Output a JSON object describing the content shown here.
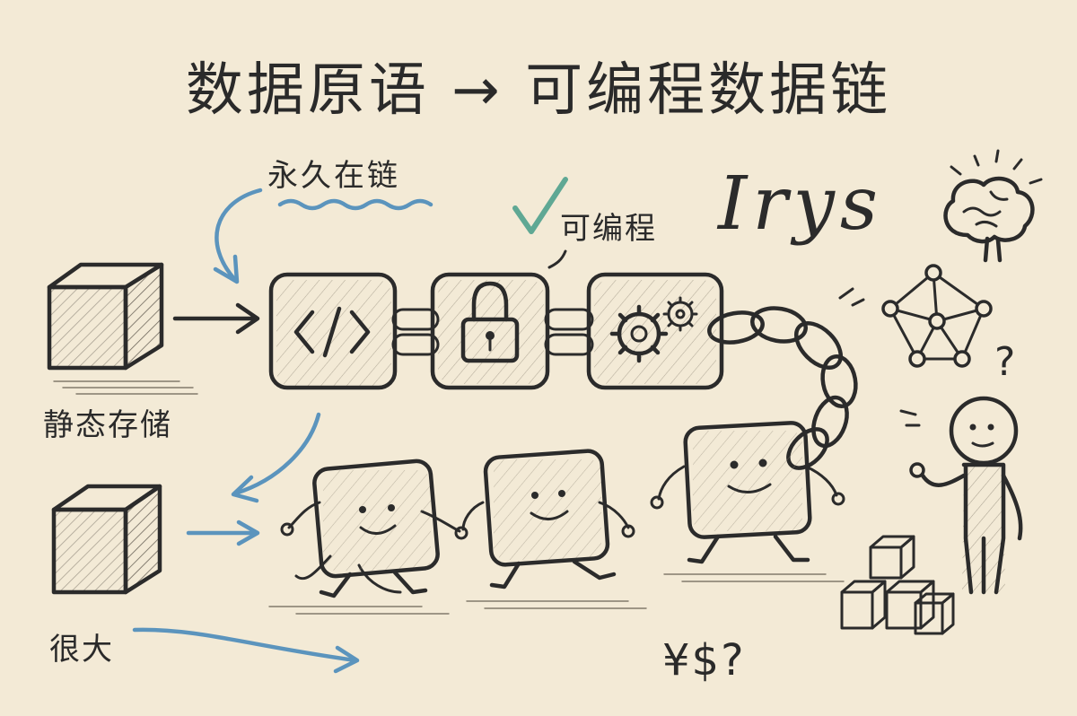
{
  "title": "数据原语 → 可编程数据链",
  "brand": "Irys",
  "labels": {
    "permanent": "永久在链",
    "programmable": "可编程",
    "static_storage": "静态存储",
    "very_large": "很大",
    "money_question": "¥$?",
    "question": "?"
  },
  "icons": {
    "code": "code-icon",
    "lock": "lock-icon",
    "gears": "gears-icon",
    "brain": "brain-icon",
    "network": "network-icon",
    "checkmark": "checkmark-icon"
  },
  "colors": {
    "background": "#f3ead6",
    "ink": "#2b2b2b",
    "accent_blue": "#5b94bd",
    "accent_teal": "#5fa894"
  }
}
